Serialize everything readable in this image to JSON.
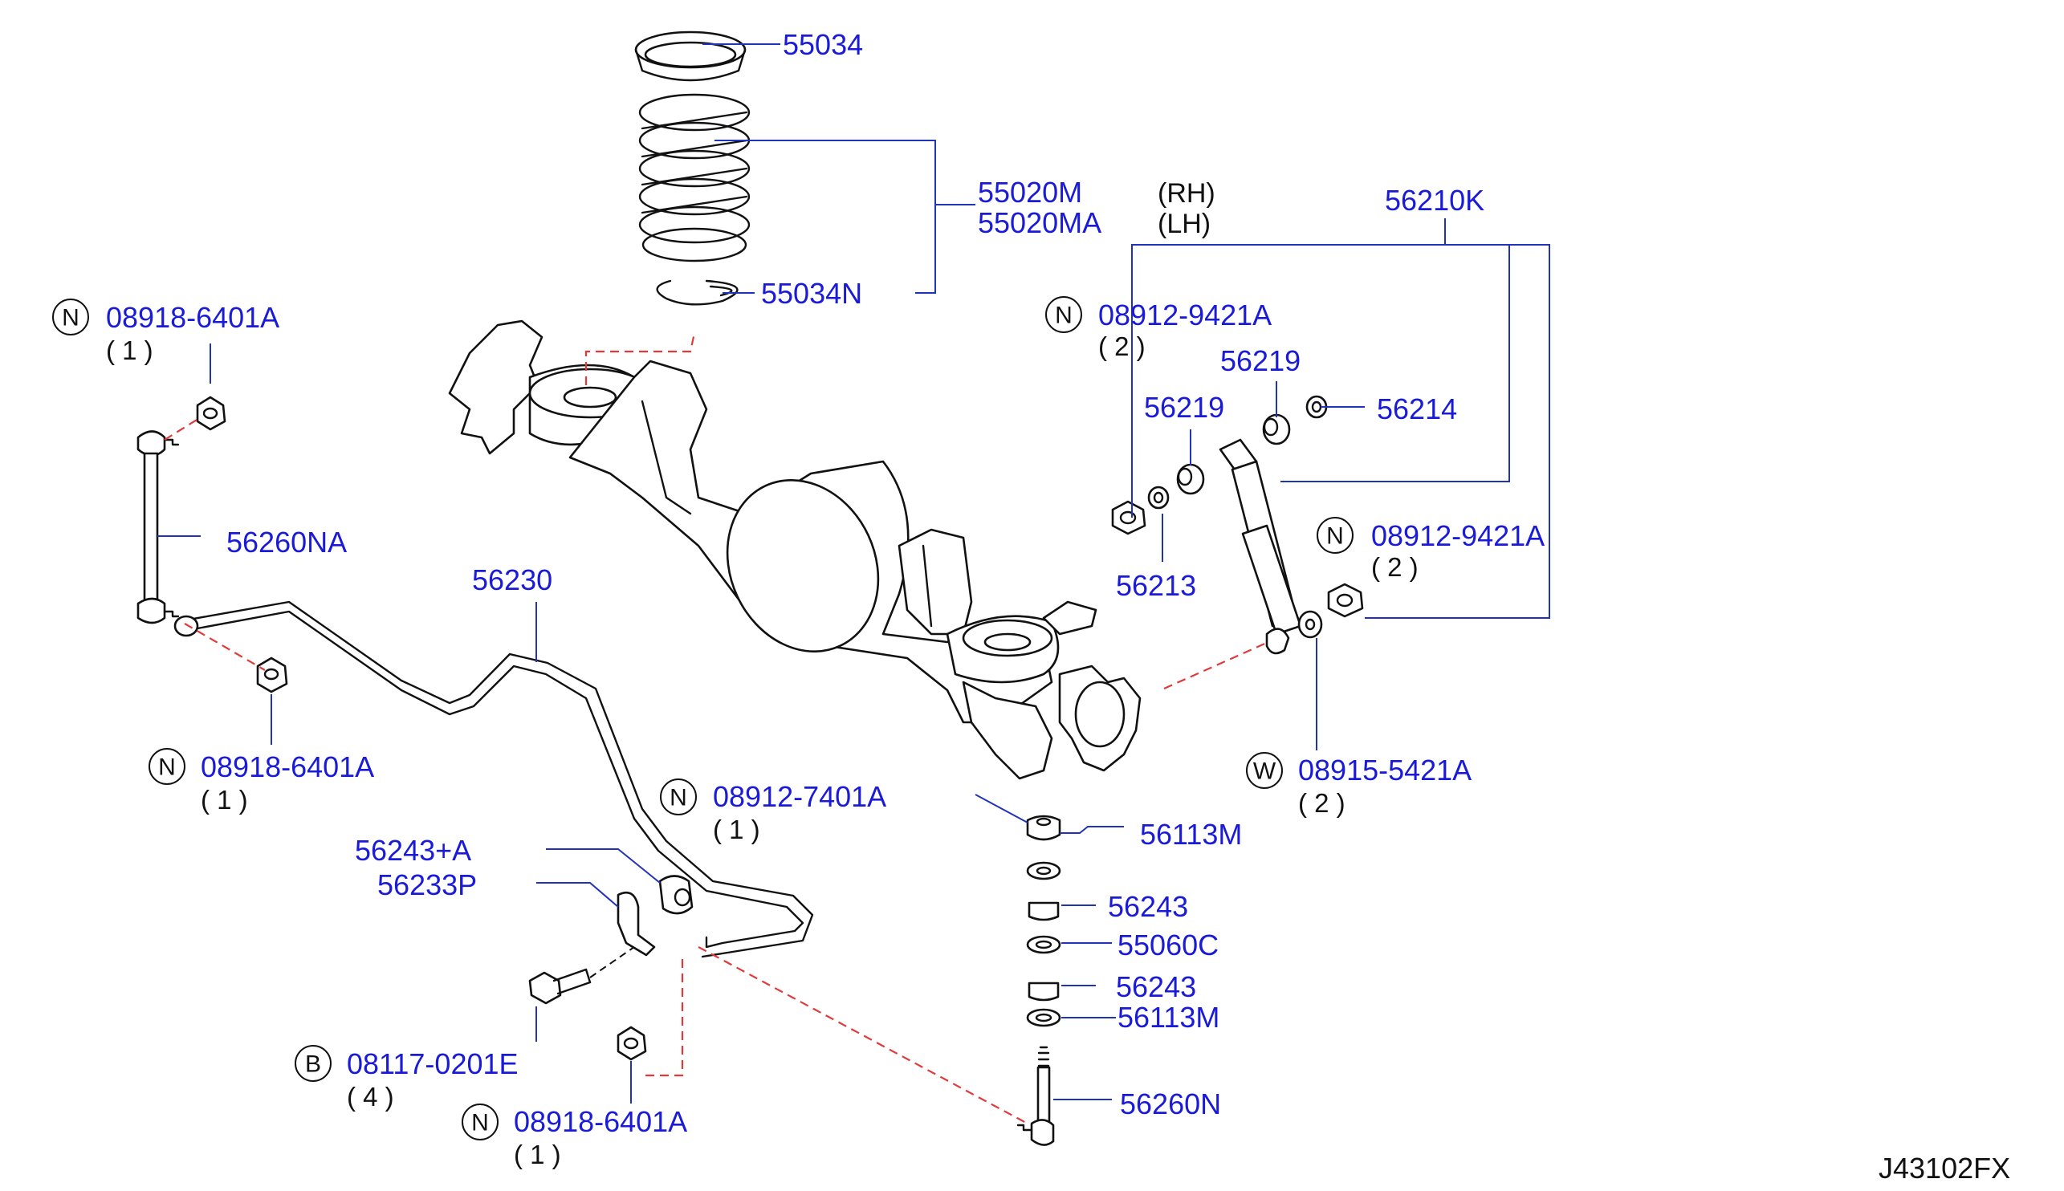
{
  "diagram": {
    "code": "J43102FX",
    "colors": {
      "label": "#1a1ad9",
      "leader": "#2233bb",
      "dashed_guide": "#e03a3a",
      "text": "#111111"
    },
    "parts": {
      "p55034": "55034",
      "p55020m": "55020M",
      "p55020ma": "55020MA",
      "rh": "(RH)",
      "lh": "(LH)",
      "p55034n": "55034N",
      "p56210k": "56210K",
      "n1_code": "08918-6401A",
      "n1_qty": "( 1 )",
      "n2_code": "08912-9421A",
      "n2_qty": "( 2 )",
      "p56219a": "56219",
      "p56219b": "56219",
      "p56214": "56214",
      "p56260na": "56260NA",
      "p56230": "56230",
      "n3_code": "08912-9421A",
      "n3_qty": "( 2 )",
      "p56213": "56213",
      "n4_code": "08918-6401A",
      "n4_qty": "( 1 )",
      "w1_code": "08915-5421A",
      "w1_qty": "( 2 )",
      "n5_code": "08912-7401A",
      "n5_qty": "( 1 )",
      "p56243a_plus": "56243+A",
      "p56233p": "56233P",
      "p56113m_a": "56113M",
      "p56243_a": "56243",
      "p55060c": "55060C",
      "p56243_b": "56243",
      "p56113m_b": "56113M",
      "b1_code": "08117-0201E",
      "b1_qty": "( 4 )",
      "n6_code": "08918-6401A",
      "n6_qty": "( 1 )",
      "p56260n": "56260N"
    },
    "callout_letters": {
      "n": "N",
      "w": "W",
      "b": "B"
    }
  }
}
